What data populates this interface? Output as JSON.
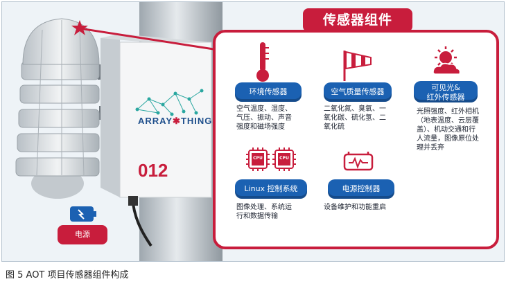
{
  "panel_title": "传感器组件",
  "device": {
    "logo_left": "ARRAY",
    "logo_right": "THINGS",
    "unit_number": "012"
  },
  "cards": [
    {
      "title": "环境传感器",
      "desc_lines": [
        "空气温度、湿度、",
        "气压、振动、声音",
        "强度和磁场强度"
      ]
    },
    {
      "title": "空气质量传感器",
      "desc_lines": [
        "二氧化氮、臭氧、一",
        "氧化碳、硫化氢、二",
        "氧化硫"
      ]
    },
    {
      "title_lines": [
        "可见光&",
        "红外传感器"
      ],
      "desc_lines": [
        "光照强度、红外相机",
        "（地表温度、云层覆",
        "盖）、机动交通和行",
        "人流量，图像原位处",
        "理并丢弃"
      ]
    },
    {
      "title": "Linux 控制系统",
      "desc_lines": [
        "图像处理、系统运",
        "行和数据传输"
      ]
    },
    {
      "title": "电源控制器",
      "desc_lines": [
        "设备维护和功能重启"
      ]
    }
  ],
  "cpu_label": "CPU",
  "power_label": "电源",
  "caption": "图 5 AOT 项目传感器组件构成",
  "colors": {
    "accent_red": "#c81d3c",
    "card_blue": "#1b61b2",
    "icon_red": "#c81d3c"
  }
}
